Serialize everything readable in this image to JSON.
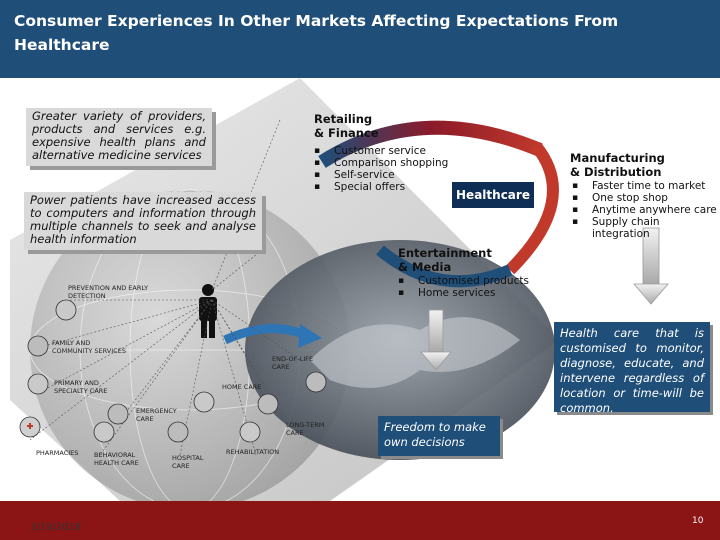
{
  "slide": {
    "title": "Consumer Experiences In Other Markets Affecting Expectations From Healthcare",
    "left_boxes": [
      "Greater variety of providers, products and services e.g. expensive health plans and alternative medicine services",
      "Power patients have increased access to computers and information through multiple channels to seek and analyse health information"
    ],
    "center_label": "Healthcare",
    "markets": {
      "retail": {
        "heading": "Retailing\n& Finance",
        "items": [
          "Customer service",
          "Comparison shopping",
          "Self-service",
          "Special offers"
        ]
      },
      "manufacturing": {
        "heading": "Manufacturing\n& Distribution",
        "items": [
          "Faster time to market",
          "One stop shop",
          "Anytime anywhere care",
          "Supply chain integration"
        ]
      },
      "entertainment": {
        "heading": "Entertainment\n& Media",
        "items": [
          "Customised products",
          "Home services"
        ]
      }
    },
    "health_care_box": "Health care that is customised to monitor, diagnose, educate, and intervene regardless of location or time-will be common.",
    "freedom_box": "Freedom to make own decisions",
    "care_labels": {
      "prevention": "Prevention and early\ndetection",
      "family": "Family and\ncommunity services",
      "primary": "Primary and\nspecialty care",
      "emergency": "Emergency\ncare",
      "pharmacies": "Pharmacies",
      "behavioral": "Behavioral\nhealth care",
      "hospital": "Hospital\ncare",
      "home": "Home care",
      "end_of_life": "End-of-life\ncare",
      "longterm": "Long-term\ncare",
      "rehab": "Rehabilitation"
    },
    "footer_date": "3/19/2018",
    "page_number": "10"
  },
  "colors": {
    "header": "#1f4e79",
    "footer": "#8b1515",
    "box_blue": "#1f4e79",
    "box_gray": "#d9d9d9",
    "arc_red": "#c0392b",
    "arc_blue": "#1f4e79"
  }
}
